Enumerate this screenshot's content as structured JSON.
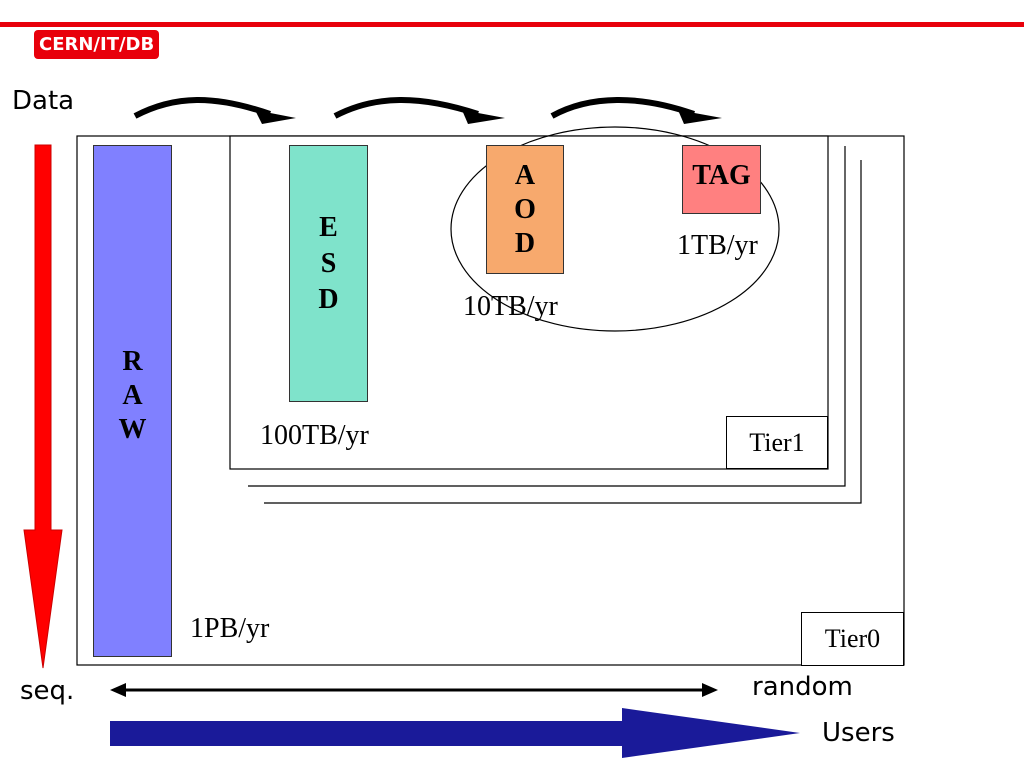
{
  "header": {
    "org_label": "CERN/IT/DB",
    "accent_color": "#e8000b"
  },
  "axes": {
    "vertical_top": "Data",
    "vertical_bottom": "seq.",
    "horizontal_right": "random",
    "users": "Users"
  },
  "stores": [
    {
      "name": "RAW",
      "letters": [
        "R",
        "A",
        "W"
      ],
      "rate": "1PB/yr",
      "color": "#8080ff"
    },
    {
      "name": "ESD",
      "letters": [
        "E",
        "S",
        "D"
      ],
      "rate": "100TB/yr",
      "color": "#7fe3cb"
    },
    {
      "name": "AOD",
      "letters": [
        "A",
        "O",
        "D"
      ],
      "rate": "10TB/yr",
      "color": "#f7a96d"
    },
    {
      "name": "TAG",
      "letters": [
        "TAG"
      ],
      "rate": "1TB/yr",
      "color": "#ff8080"
    }
  ],
  "tiers": {
    "tier0": "Tier0",
    "tier1": "Tier1"
  },
  "colors": {
    "data_arrow": "#ff0000",
    "users_arrow": "#1a1a99"
  }
}
